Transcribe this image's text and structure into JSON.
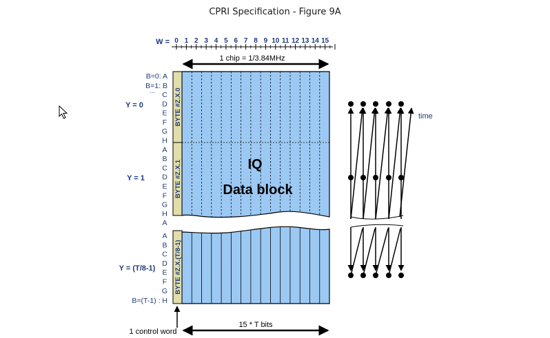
{
  "page_title": "CPRI Specification - Figure 9A",
  "w_axis": {
    "prefix": "W =",
    "ticks": [
      "0",
      "1",
      "2",
      "3",
      "4",
      "5",
      "6",
      "7",
      "8",
      "9",
      "10",
      "11",
      "12",
      "13",
      "14",
      "15"
    ]
  },
  "chip_label": "1   chip   = 1/3.84MHz",
  "byte_label_0": "B=0: A",
  "byte_label_1": "B=1: B",
  "ellipsis": "...",
  "byte_last_label": "B=(T-1) : H",
  "letters_block1": [
    "C",
    "D",
    "E",
    "F",
    "G",
    "H",
    "A",
    "B",
    "C",
    "D",
    "E",
    "F",
    "G",
    "H",
    "A"
  ],
  "letters_block2": [
    "A",
    "B",
    "C",
    "D",
    "E",
    "F",
    "G"
  ],
  "y_labels": [
    "Y = 0",
    "Y = 1",
    "Y = (T/8-1)"
  ],
  "byte_bars": [
    "BYTE #Z.X.0",
    "BYTE #Z.X.1",
    "BYTE #Z.X.(T/8-1)"
  ],
  "iq_title": "IQ",
  "iq_subtitle": "Data block",
  "time_label": "time",
  "bits_label": "15 * T bits",
  "control_word_label": "1 control word",
  "colors": {
    "block_fill": "#9cc9f3",
    "byte_bar_fill": "#e2deaa",
    "label_blue": "#1f3a7a",
    "line": "#000000"
  }
}
